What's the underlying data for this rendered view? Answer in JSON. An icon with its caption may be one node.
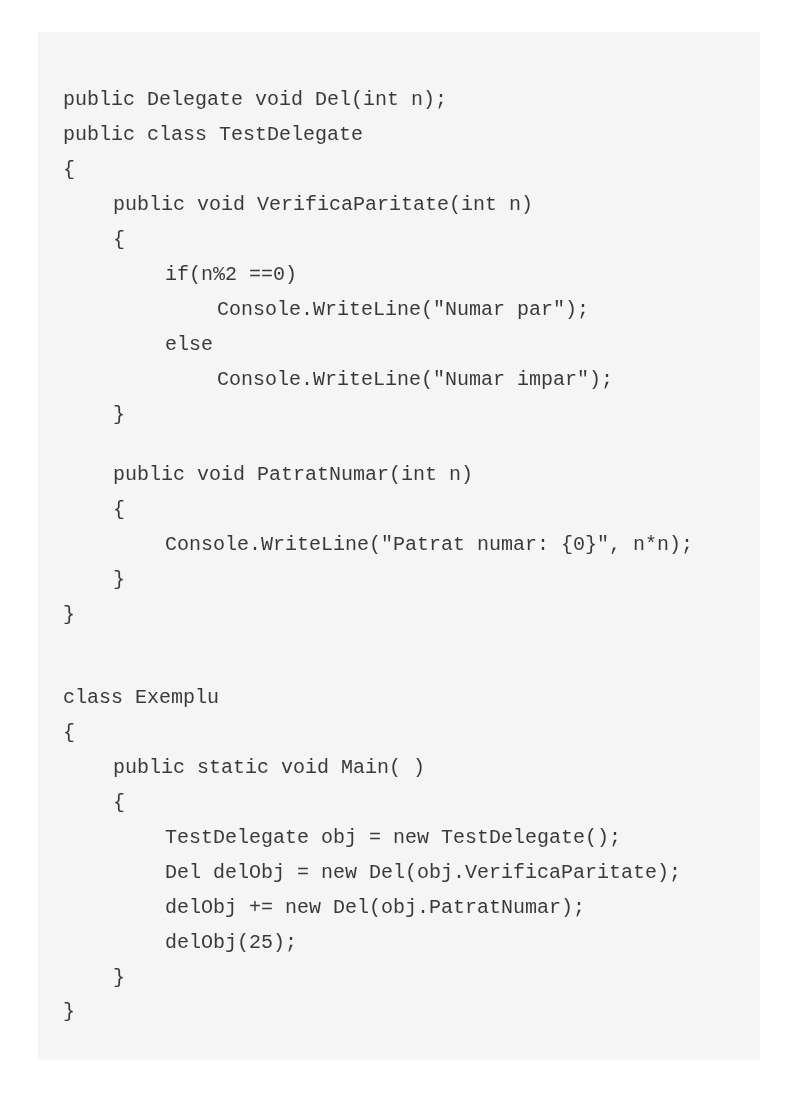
{
  "diagram": {
    "labels": [
      "public Delegate void Del(int n);",
      "public class TestDelegate",
      "{",
      "public void VerificaParitate(int n)",
      "{",
      "if(n%2 ==0)",
      "Console.WriteLine(\"Numar par\");",
      "else",
      "Console.WriteLine(\"Numar impar\");",
      "}",
      "public void PatratNumar(int n)",
      "{",
      "Console.WriteLine(\"Patrat numar: {0}\", n*n);",
      "}",
      "}",
      "class Exemplu",
      "{",
      "public static void Main( )",
      "{",
      "TestDelegate obj = new TestDelegate();",
      "Del delObj = new Del(obj.VerificaParitate);",
      "delObj += new Del(obj.PatratNumar);",
      "delObj(25);",
      "}",
      "}"
    ]
  }
}
